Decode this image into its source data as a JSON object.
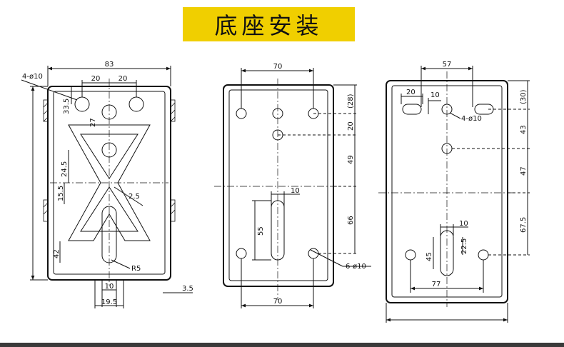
{
  "title": "底座安装",
  "left_view": {
    "dims": {
      "width": "83",
      "holes": "4-ø10",
      "s1": "20",
      "s2": "20",
      "d1": "33.5",
      "d2": "27",
      "d3": "24.5",
      "d4": "15.5",
      "d5": "2.5",
      "d6": "42",
      "radius": "R5",
      "w10": "10",
      "w195": "19.5",
      "t35": "3.5"
    }
  },
  "middle_view": {
    "dims": {
      "top_width": "70",
      "top_off": "(28)",
      "d20": "20",
      "d49": "49",
      "d66": "66",
      "slot_len": "55",
      "slot_w": "10",
      "holes": "6-ø10",
      "bottom_width": "70"
    }
  },
  "right_view": {
    "dims": {
      "top_width": "57",
      "s20": "20",
      "s10": "10",
      "holes": "4-ø10",
      "top_off": "(30)",
      "d43": "43",
      "d47": "47",
      "d675": "67.5",
      "slot_w": "10",
      "slot_len": "45",
      "d225": "22.5",
      "bottom_width": "77"
    }
  }
}
